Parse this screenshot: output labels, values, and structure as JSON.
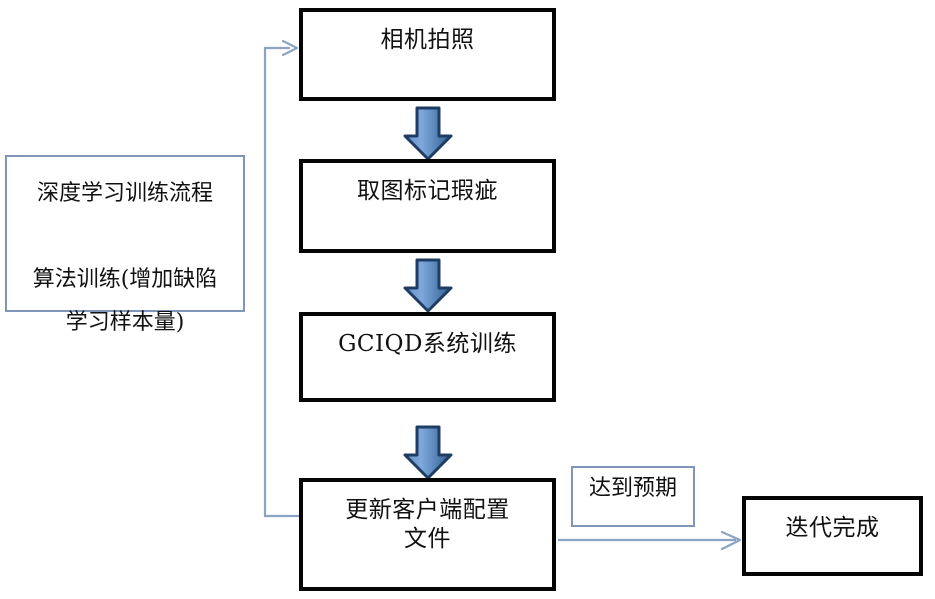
{
  "diagram": {
    "title_region": "deep-learning-training-flow",
    "colors": {
      "box_border": "#050505",
      "note_border": "#8096b9",
      "connector": "#8ba4c6",
      "arrow_fill_light": "#6f9ed6",
      "arrow_fill_dark": "#2f5e92",
      "arrow_outline": "#1f3c63",
      "background": "#ffffff",
      "text": "#111111"
    },
    "side_panel": {
      "name": "deep-learning-training-panel",
      "line1": "深度学习训练流程",
      "line2": "算法训练(增加缺陷",
      "line3": "学习样本量)",
      "text": "深度学习训练流程\n\n算法训练(增加缺陷\n学习样本量)"
    },
    "nodes": [
      {
        "id": "camera-capture",
        "label": "相机拍照"
      },
      {
        "id": "mark-defects",
        "label": "取图标记瑕疵"
      },
      {
        "id": "gciqd-training",
        "label": "GCIQD系统训练"
      },
      {
        "id": "update-client-config",
        "label": "更新客户端配置\n文件"
      },
      {
        "id": "iteration-complete",
        "label": "迭代完成"
      }
    ],
    "edge_labels": [
      {
        "id": "meets-expectation",
        "label": "达到预期"
      }
    ],
    "arrows": [
      {
        "id": "arrow-camera-to-mark",
        "type": "block-arrow-down"
      },
      {
        "id": "arrow-mark-to-gciqd",
        "type": "block-arrow-down"
      },
      {
        "id": "arrow-gciqd-to-update",
        "type": "block-arrow-down"
      },
      {
        "id": "arrow-update-to-complete",
        "type": "line-arrow-right"
      },
      {
        "id": "arrow-feedback-to-camera",
        "type": "line-arrow-feedback"
      }
    ]
  }
}
